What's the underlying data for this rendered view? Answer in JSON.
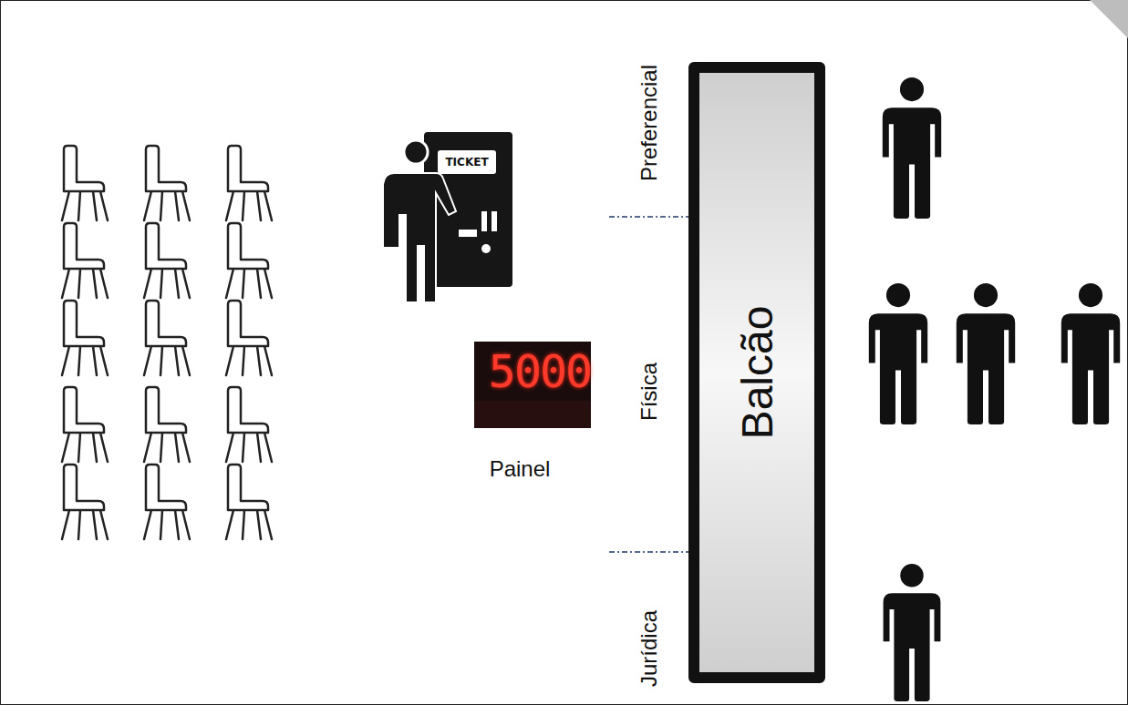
{
  "diagram": {
    "nodes": [
      {
        "text": [
          "Balcão"
        ]
      }
    ],
    "labels": [
      "TICKET",
      "5000",
      "Painel",
      "Preferencial",
      "Física",
      "Jurídica"
    ]
  }
}
